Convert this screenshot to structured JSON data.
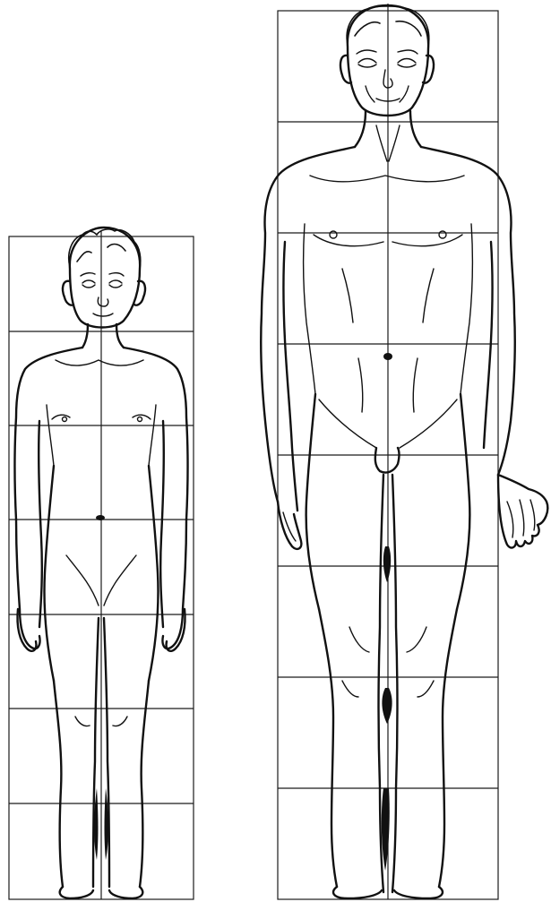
{
  "figure": {
    "panels": [
      {
        "id": "child",
        "head_units": 7
      },
      {
        "id": "adult",
        "head_units": 8
      }
    ]
  },
  "colors": {
    "ink": "#111111",
    "paper": "#ffffff"
  }
}
